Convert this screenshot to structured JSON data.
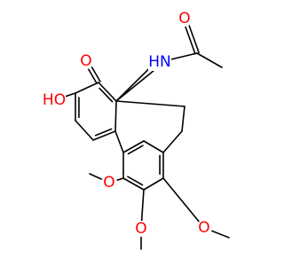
{
  "molecule": {
    "atoms": [
      {
        "id": "O_acyl",
        "label": "O",
        "color": "#ff0000"
      },
      {
        "id": "N_amide",
        "label": "HN",
        "color": "#0000ff"
      },
      {
        "id": "O_ketone",
        "label": "O",
        "color": "#ff0000"
      },
      {
        "id": "O_hydroxy",
        "label": "HO",
        "color": "#ff0000"
      },
      {
        "id": "O_methoxy_1",
        "label": "O",
        "color": "#ff0000"
      },
      {
        "id": "O_methoxy_2",
        "label": "O",
        "color": "#ff0000"
      },
      {
        "id": "O_methoxy_3",
        "label": "O",
        "color": "#ff0000"
      }
    ],
    "bond_color": "#000000"
  }
}
